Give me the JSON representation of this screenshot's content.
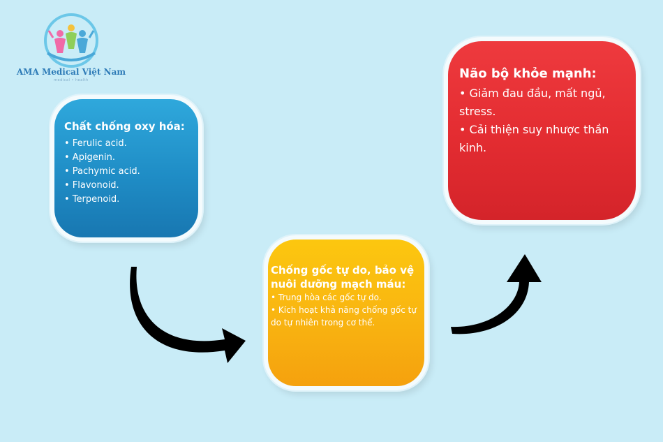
{
  "logo": {
    "name": "AMA Medical Việt Nam",
    "tagline": "medical • health"
  },
  "boxes": {
    "antioxidants": {
      "title": "Chất chống oxy hóa:",
      "items": [
        "• Ferulic acid.",
        "• Apigenin.",
        "• Pachymic acid.",
        "• Flavonoid.",
        "• Terpenoid."
      ]
    },
    "free_radicals": {
      "title": "Chống gốc tự do, bảo vệ nuôi dưỡng mạch máu:",
      "items": [
        "• Trung hòa các gốc tự do.",
        "• Kích hoạt khả năng chống gốc tự do tự nhiên trong cơ thể."
      ]
    },
    "brain": {
      "title": "Não bộ khỏe mạnh:",
      "items": [
        "• Giảm đau đầu, mất ngủ, stress.",
        "• Cải thiện suy nhược thần kinh."
      ]
    }
  },
  "colors": {
    "background": "#c9ecf7",
    "blue_box": "#1f8dc6",
    "yellow_box": "#f9b611",
    "red_box": "#e32c31",
    "arrow": "#000000",
    "logo_text": "#2e7bb7"
  }
}
